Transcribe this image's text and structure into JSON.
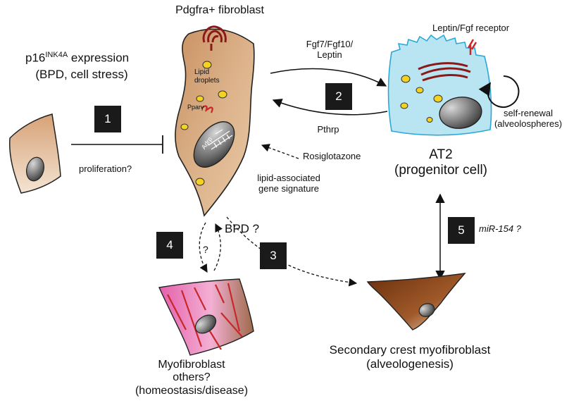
{
  "title": "Pdgfra+ fibroblast",
  "p16_line1": "p16",
  "p16_sup": "INK4A",
  "p16_line1b": " expression",
  "p16_line2": "(BPD, cell stress)",
  "proliferation": "proliferation?",
  "lipid_droplets_line1": "Lipid",
  "lipid_droplets_line2": "droplets",
  "ppar": "Pparγ",
  "adrp": "Adrp",
  "fgf_line1": "Fgf7/Fgf10/",
  "fgf_line2": "Leptin",
  "pthrp": "Pthrp",
  "leptin_receptor": "Leptin/Fgf receptor",
  "self_renewal_line1": "self-renewal",
  "self_renewal_line2": "(alveolospheres)",
  "at2_line1": "AT2",
  "at2_line2": "(progenitor cell)",
  "rosiglitazone": "Rosiglotazone",
  "lipid_sig_line1": "lipid-associated",
  "lipid_sig_line2": "gene signature",
  "bpd": "BPD ?",
  "question": "?",
  "mir": "miR-154 ?",
  "secondary_line1": "Secondary crest myofibroblast",
  "secondary_line2": "(alveologenesis)",
  "myo_line1": "Myofibroblast",
  "myo_line2": "others?",
  "myo_line3": "(homeostasis/disease)",
  "boxes": [
    "1",
    "2",
    "3",
    "4",
    "5"
  ],
  "colors": {
    "fibroblast": "#d3a57a",
    "at2_fill": "#b9e4f2",
    "at2_stroke": "#2aa8d8",
    "droplet": "#f4d21f",
    "golgi": "#b01e1e",
    "myo_pink": "#e86fb4",
    "myo_fiber": "#c8282a",
    "secondary": "#7a3c14"
  }
}
